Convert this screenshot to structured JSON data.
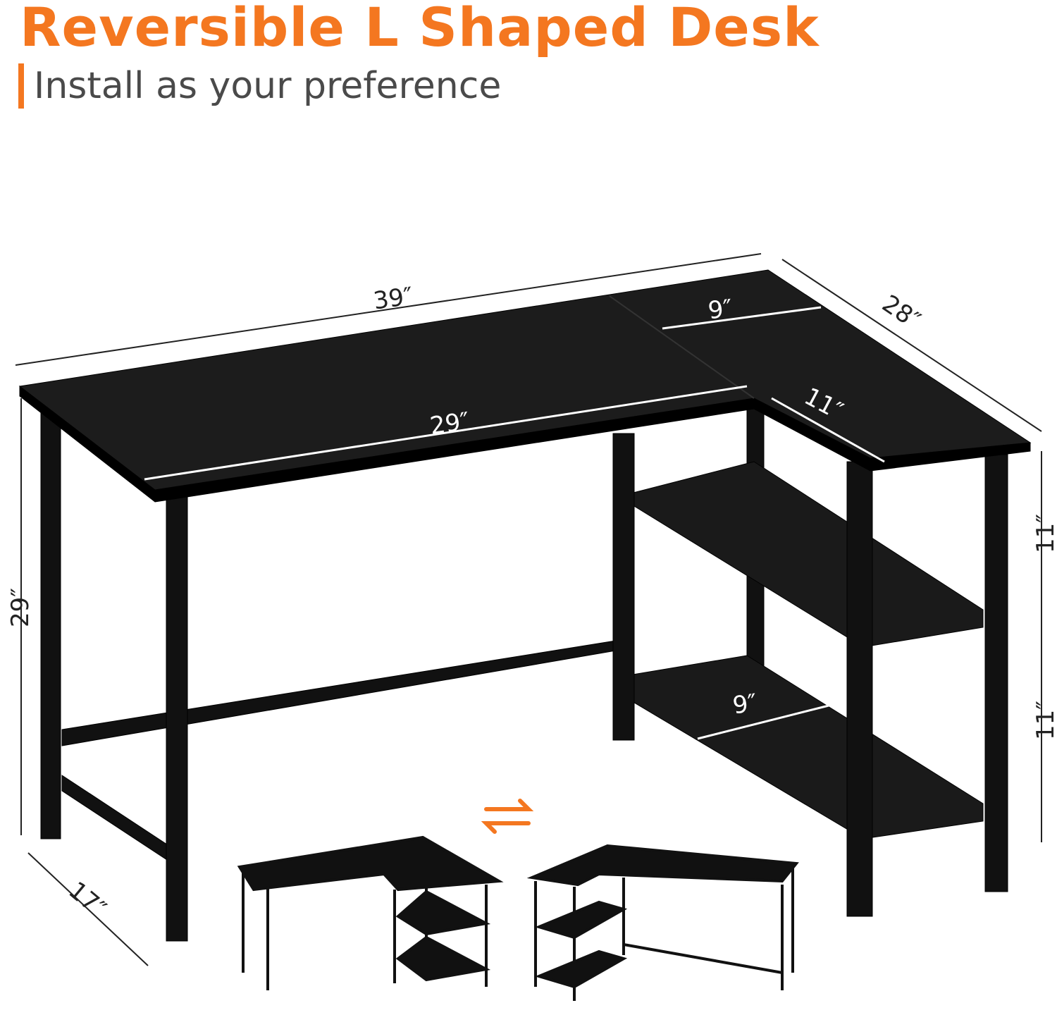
{
  "header": {
    "title": "Reversible L Shaped Desk",
    "subtitle": "Install as your preference"
  },
  "colors": {
    "accent": "#f47720",
    "text": "#4a4a4a",
    "desk": "#111111"
  },
  "dimensions": {
    "total_width": "39″",
    "total_depth": "28″",
    "return_top_width": "9″",
    "main_desk_width": "29″",
    "return_front_width": "11″",
    "height": "29″",
    "shelf_upper_height": "11″",
    "shelf_lower_height": "11″",
    "shelf_depth": "9″",
    "main_depth": "17″"
  },
  "icons": {
    "reverse": "swap-arrows-icon"
  }
}
